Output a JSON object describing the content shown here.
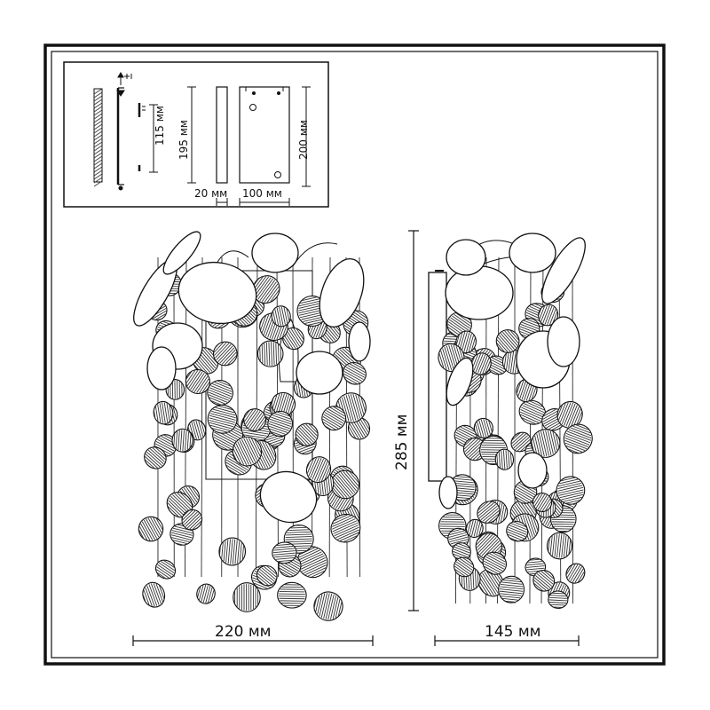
{
  "colors": {
    "ink": "#111111",
    "paper": "#ffffff",
    "hatch": "#333333"
  },
  "mounting": {
    "labels": {
      "a": "115 мм",
      "b": "195 мм",
      "c": "200 мм",
      "d": "20 мм",
      "e": "100 мм"
    }
  },
  "dimensions": {
    "height": "285 мм",
    "width_front": "220 мм",
    "width_side": "145 мм"
  }
}
